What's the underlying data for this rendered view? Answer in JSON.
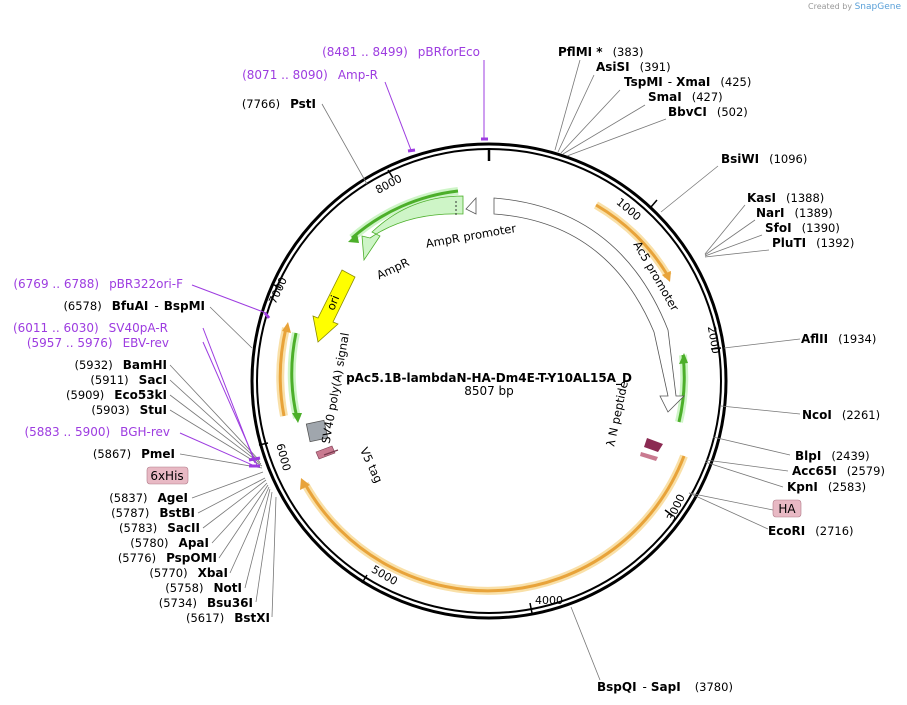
{
  "credit": {
    "prefix": "Created by",
    "brand": "SnapGene"
  },
  "plasmid": {
    "name": "pAc5.1B-lambdaN-HA-Dm4E-T-Y10AL15A_D",
    "size_label": "8507 bp"
  },
  "ruler_ticks": [
    "1000",
    "2000",
    "3000",
    "4000",
    "5000",
    "6000",
    "7000",
    "8000"
  ],
  "features": {
    "ampr": "AmpR",
    "ampr_promoter": "AmpR promoter",
    "ori": "ori",
    "ac5": "Ac5 promoter",
    "sv40": "SV40 poly(A) signal",
    "v5": "V5 tag",
    "lambdan": "λ N peptide",
    "his": "6xHis",
    "ha": "HA"
  },
  "sites_right": [
    {
      "name": "PflMI",
      "suffix": " *",
      "pos": "(383)"
    },
    {
      "name": "AsiSI",
      "pos": "(391)"
    },
    {
      "name": "TspMI",
      "name2": "XmaI",
      "pos": "(425)"
    },
    {
      "name": "SmaI",
      "pos": "(427)"
    },
    {
      "name": "BbvCI",
      "pos": "(502)"
    },
    {
      "name": "BsiWI",
      "pos": "(1096)"
    },
    {
      "name": "KasI",
      "pos": "(1388)"
    },
    {
      "name": "NarI",
      "pos": "(1389)"
    },
    {
      "name": "SfoI",
      "pos": "(1390)"
    },
    {
      "name": "PluTI",
      "pos": "(1392)"
    },
    {
      "name": "AflII",
      "pos": "(1934)"
    },
    {
      "name": "NcoI",
      "pos": "(2261)"
    },
    {
      "name": "BlpI",
      "pos": "(2439)"
    },
    {
      "name": "Acc65I",
      "pos": "(2579)"
    },
    {
      "name": "KpnI",
      "pos": "(2583)"
    },
    {
      "name": "EcoRI",
      "pos": "(2716)"
    },
    {
      "name": "BspQI",
      "name2": "SapI",
      "pos": "(3780)"
    }
  ],
  "sites_left": [
    {
      "name": "PstI",
      "pos": "(7766)"
    },
    {
      "name": "BfuAI",
      "name2": "BspMI",
      "pos": "(6578)"
    },
    {
      "name": "BamHI",
      "pos": "(5932)"
    },
    {
      "name": "SacI",
      "pos": "(5911)"
    },
    {
      "name": "Eco53kI",
      "pos": "(5909)"
    },
    {
      "name": "StuI",
      "pos": "(5903)"
    },
    {
      "name": "PmeI",
      "pos": "(5867)"
    },
    {
      "name": "AgeI",
      "pos": "(5837)"
    },
    {
      "name": "BstBI",
      "pos": "(5787)"
    },
    {
      "name": "SacII",
      "pos": "(5783)"
    },
    {
      "name": "ApaI",
      "pos": "(5780)"
    },
    {
      "name": "PspOMI",
      "pos": "(5776)"
    },
    {
      "name": "XbaI",
      "pos": "(5770)"
    },
    {
      "name": "NotI",
      "pos": "(5758)"
    },
    {
      "name": "Bsu36I",
      "pos": "(5734)"
    },
    {
      "name": "BstXI",
      "pos": "(5617)"
    }
  ],
  "primers": [
    {
      "name": "pBRforEco",
      "range": "(8481 .. 8499)"
    },
    {
      "name": "Amp-R",
      "range": "(8071 .. 8090)"
    },
    {
      "name": "pBR322ori-F",
      "range": "(6769 .. 6788)"
    },
    {
      "name": "SV40pA-R",
      "range": "(6011 .. 6030)"
    },
    {
      "name": "EBV-rev",
      "range": "(5957 .. 5976)"
    },
    {
      "name": "BGH-rev",
      "range": "(5883 .. 5900)"
    }
  ],
  "colors": {
    "backbone": "#000000",
    "orf_orange": "#e8a33a",
    "orf_glow": "#f9e0a8",
    "orf_green": "#4caf2a",
    "ampr_fill": "#cef5c7",
    "ori_fill": "#ffff00",
    "primer": "#9d3ce0",
    "feature_box": "#e8b9c4",
    "polyA_fill": "#a0a6ad",
    "tag_fill": "#c97a90",
    "lambda_fill": "#8b2a52"
  }
}
